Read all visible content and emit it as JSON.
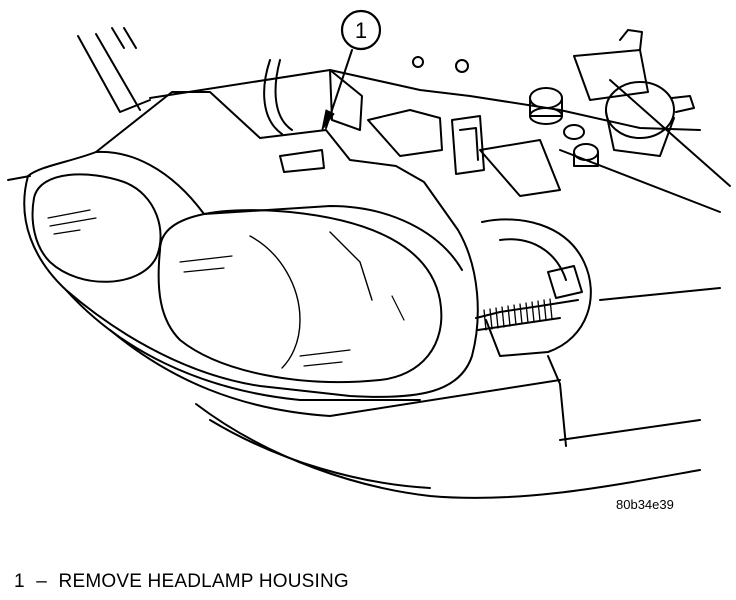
{
  "callout": {
    "number": "1"
  },
  "figure_id": "80b34e39",
  "legend": {
    "items": [
      {
        "number": "1",
        "dash": "–",
        "text": "REMOVE HEADLAMP HOUSING"
      }
    ]
  }
}
